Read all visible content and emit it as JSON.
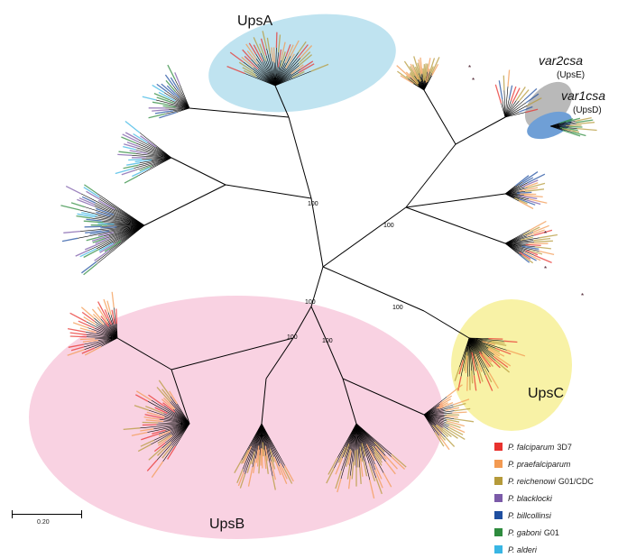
{
  "clades": {
    "upsA": {
      "label": "UpsA",
      "color": "#bfe3f0"
    },
    "upsB": {
      "label": "UpsB",
      "color": "#f9d2e2"
    },
    "upsC": {
      "label": "UpsC",
      "color": "#f8f2a6"
    },
    "var2csa": {
      "label": "var2csa",
      "sub": "(UpsE)",
      "color": "#b9b9b9"
    },
    "var1csa": {
      "label": "var1csa",
      "sub": "(UpsD)",
      "color": "#6f9fd6"
    }
  },
  "bootstrap": [
    "100",
    "100",
    "100",
    "100",
    "100",
    "100"
  ],
  "legend": [
    {
      "genus": "P. falciparum",
      "rest": "3D7",
      "color": "#e8322e"
    },
    {
      "genus": "P. praefalciparum",
      "rest": "",
      "color": "#f39a52"
    },
    {
      "genus": "P. reichenowi",
      "rest": "G01/CDC",
      "color": "#b59a3a"
    },
    {
      "genus": "P. blacklocki",
      "rest": "",
      "color": "#7b5aa8"
    },
    {
      "genus": "P. billcollinsi",
      "rest": "",
      "color": "#1f4fa0"
    },
    {
      "genus": "P. gaboni",
      "rest": "G01",
      "color": "#2e8b3e"
    },
    {
      "genus": "P. alderi",
      "rest": "",
      "color": "#39b6e4"
    }
  ],
  "scale_bar": {
    "label": "0.20"
  }
}
